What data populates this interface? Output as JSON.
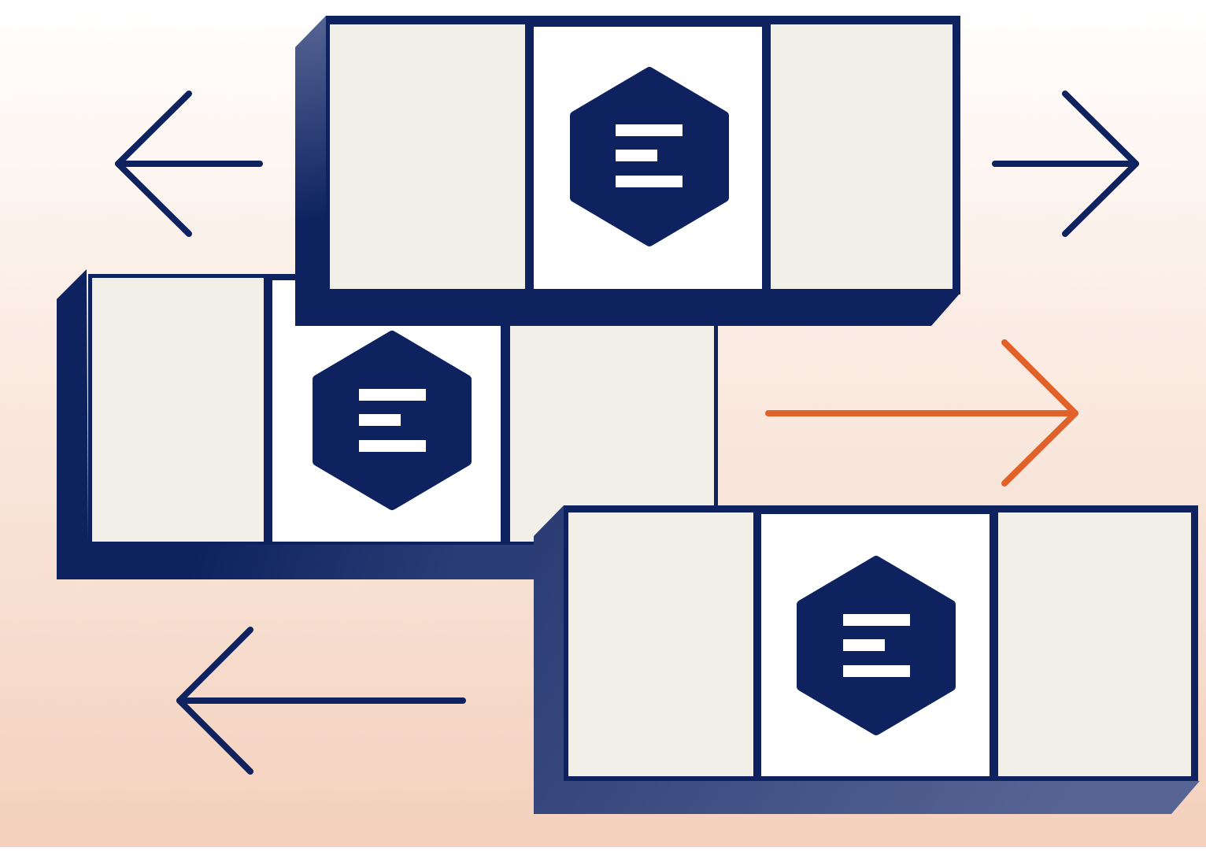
{
  "colors": {
    "navy": "#0e2260",
    "navy_light": "#566594",
    "orange": "#e0622a",
    "panel_cream": "#f2efe8",
    "panel_white": "#ffffff",
    "bg_top": "#ffffff",
    "bg_bottom": "#f4d0bd"
  },
  "illustration": {
    "carousels": [
      {
        "id": "top",
        "center_icon": "document-hex-icon"
      },
      {
        "id": "middle",
        "center_icon": "document-hex-icon"
      },
      {
        "id": "bottom",
        "center_icon": "document-hex-icon"
      }
    ],
    "arrows": [
      {
        "id": "top-left",
        "direction": "left",
        "color": "navy"
      },
      {
        "id": "top-right",
        "direction": "right",
        "color": "navy"
      },
      {
        "id": "middle-right",
        "direction": "right",
        "color": "orange"
      },
      {
        "id": "bottom-left",
        "direction": "left",
        "color": "navy"
      }
    ]
  }
}
